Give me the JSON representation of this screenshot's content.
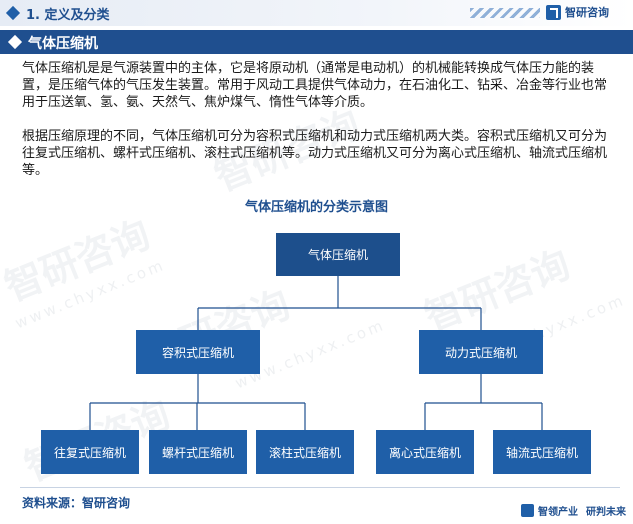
{
  "header": {
    "section_title": "1. 定义及分类",
    "brand": "智研咨询"
  },
  "subheader": {
    "title": "气体压缩机"
  },
  "paragraphs": [
    "气体压缩机是是气源装置中的主体，它是将原动机（通常是电动机）的机械能转换成气体压力能的装置，是压缩气体的气压发生装置。常用于风动工具提供气体动力，在石油化工、钻采、冶金等行业也常用于压送氧、氢、氨、天然气、焦炉煤气、惰性气体等介质。",
    "根据压缩原理的不同，气体压缩机可分为容积式压缩机和动力式压缩机两大类。容积式压缩机又可分为往复式压缩机、螺杆式压缩机、滚柱式压缩机等。动力式压缩机又可分为离心式压缩机、轴流式压缩机等。"
  ],
  "diagram": {
    "title": "气体压缩机的分类示意图",
    "root": "气体压缩机",
    "level1": [
      "容积式压缩机",
      "动力式压缩机"
    ],
    "level2_positive_displacement": [
      "往复式压缩机",
      "螺杆式压缩机",
      "滚柱式压缩机"
    ],
    "level2_dynamic": [
      "离心式压缩机",
      "轴流式压缩机"
    ]
  },
  "watermark": {
    "text": "智研咨询",
    "url_text": "www.chyxx.com"
  },
  "footer": {
    "source": "资料来源：智研咨询",
    "slogan_1": "智领产业",
    "slogan_2": "研判未来"
  },
  "colors": {
    "primary": "#1f4f8f",
    "node": "#1f5fa8",
    "line": "#1f4f8f"
  }
}
